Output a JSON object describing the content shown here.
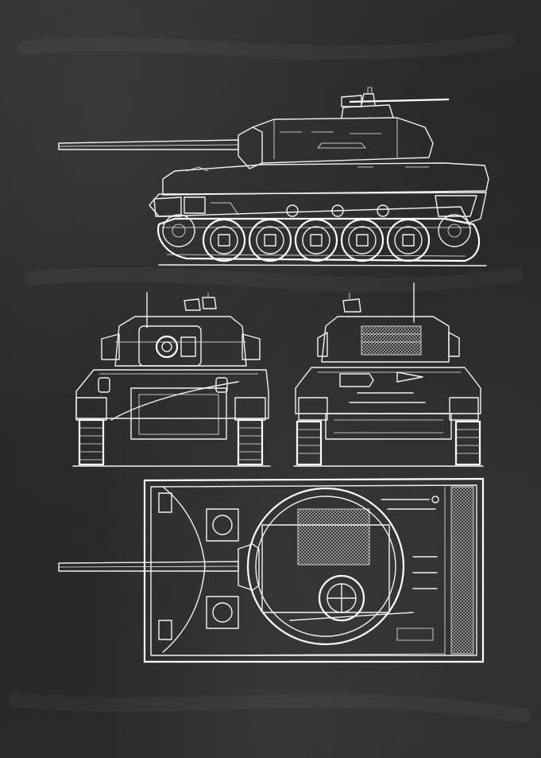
{
  "board": {
    "background": "#2a2a2a",
    "line_color": "#f2f2f2"
  },
  "views": [
    {
      "id": "side",
      "label": ""
    },
    {
      "id": "front",
      "label": ""
    },
    {
      "id": "rear",
      "label": ""
    },
    {
      "id": "top",
      "label": ""
    }
  ]
}
